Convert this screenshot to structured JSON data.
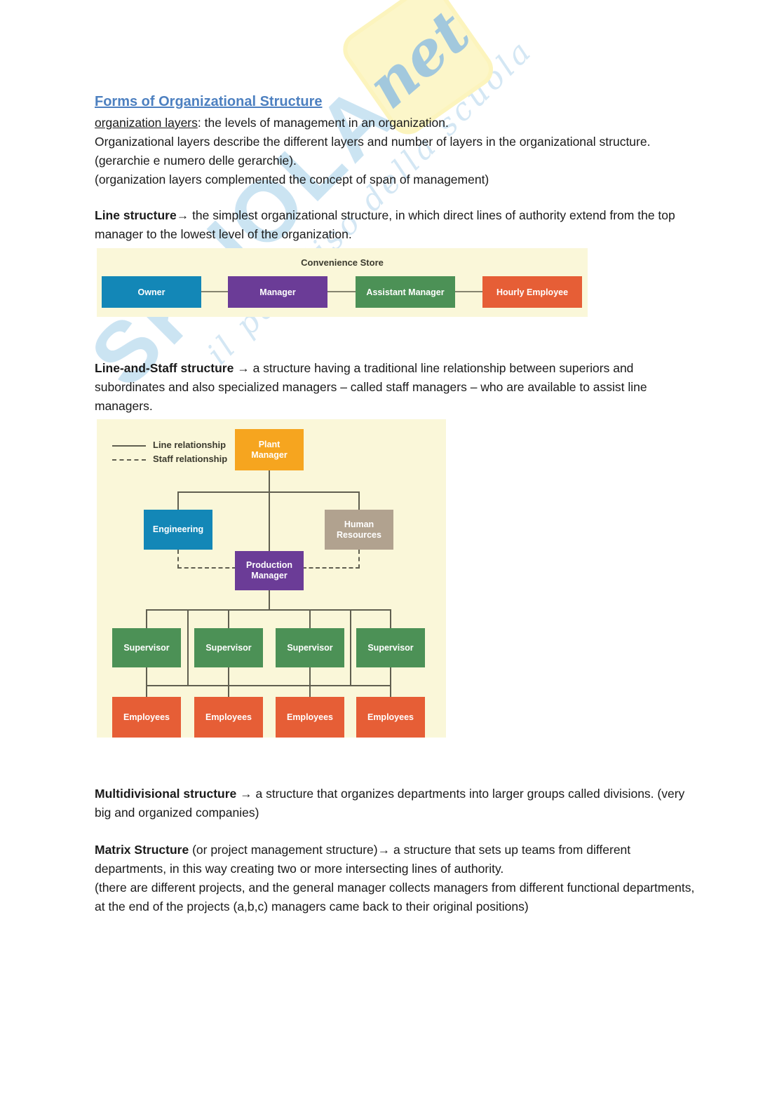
{
  "watermark": {
    "brand": "SKUOLA",
    "badge": "net",
    "tagline": "il paradiso della scuola"
  },
  "doc": {
    "title": "Forms of Organizational Structure",
    "p1_term": "organization layers",
    "p1_rest": ": the levels of management in an organization.",
    "p1_line2": "Organizational layers describe the different layers and number of layers in the organizational structure. (gerarchie e numero delle gerarchie).",
    "p1_line3": "(organization layers complemented the concept of span of management)",
    "line_term": "Line structure",
    "line_rest": "→ the simplest organizational structure, in which direct lines of authority extend from the top manager to the lowest level of the organization.",
    "las_term": "Line-and-Staff structure",
    "las_rest": " → a structure having a traditional line relationship between superiors and subordinates and also specialized managers – called staff managers – who are available to assist line managers.",
    "multi_term": "Multidivisional structure",
    "multi_rest": " → a structure that organizes departments into larger groups called divisions. (very big and organized companies)",
    "matrix_term": "Matrix Structure",
    "matrix_rest": " (or project management structure)→ a structure that sets up teams from different departments, in this way creating two or more intersecting lines of authority.",
    "matrix_note": "(there are different projects, and the general manager collects managers from different functional departments, at the end of the projects (a,b,c) managers came back to their original positions)"
  },
  "diagram1": {
    "title": "Convenience Store",
    "background": "#faf7d9",
    "boxes": [
      {
        "label": "Owner",
        "color": "#1387b7"
      },
      {
        "label": "Manager",
        "color": "#6b3c97"
      },
      {
        "label": "Assistant Manager",
        "color": "#4c9156"
      },
      {
        "label": "Hourly Employee",
        "color": "#e65e36"
      }
    ]
  },
  "diagram2": {
    "background": "#faf7d9",
    "legend": {
      "line": "Line relationship",
      "staff": "Staff relationship"
    },
    "plant_manager": {
      "label": "Plant Manager",
      "color": "#f6a51f"
    },
    "engineering": {
      "label": "Engineering",
      "color": "#1387b7"
    },
    "human_resources": {
      "label": "Human Resources",
      "color": "#b1a28f"
    },
    "production_manager": {
      "label": "Production Manager",
      "color": "#6b3c97"
    },
    "supervisor": {
      "label": "Supervisor",
      "color": "#4c9156",
      "count": 4
    },
    "employees": {
      "label": "Employees",
      "color": "#e65e36",
      "count": 4
    }
  },
  "colors": {
    "heading_blue": "#4d80c0",
    "diagram_background": "#faf7d9",
    "connector": "#605f50",
    "watermark_blue": "#3494cd",
    "watermark_yellow": "#f9e97a"
  }
}
